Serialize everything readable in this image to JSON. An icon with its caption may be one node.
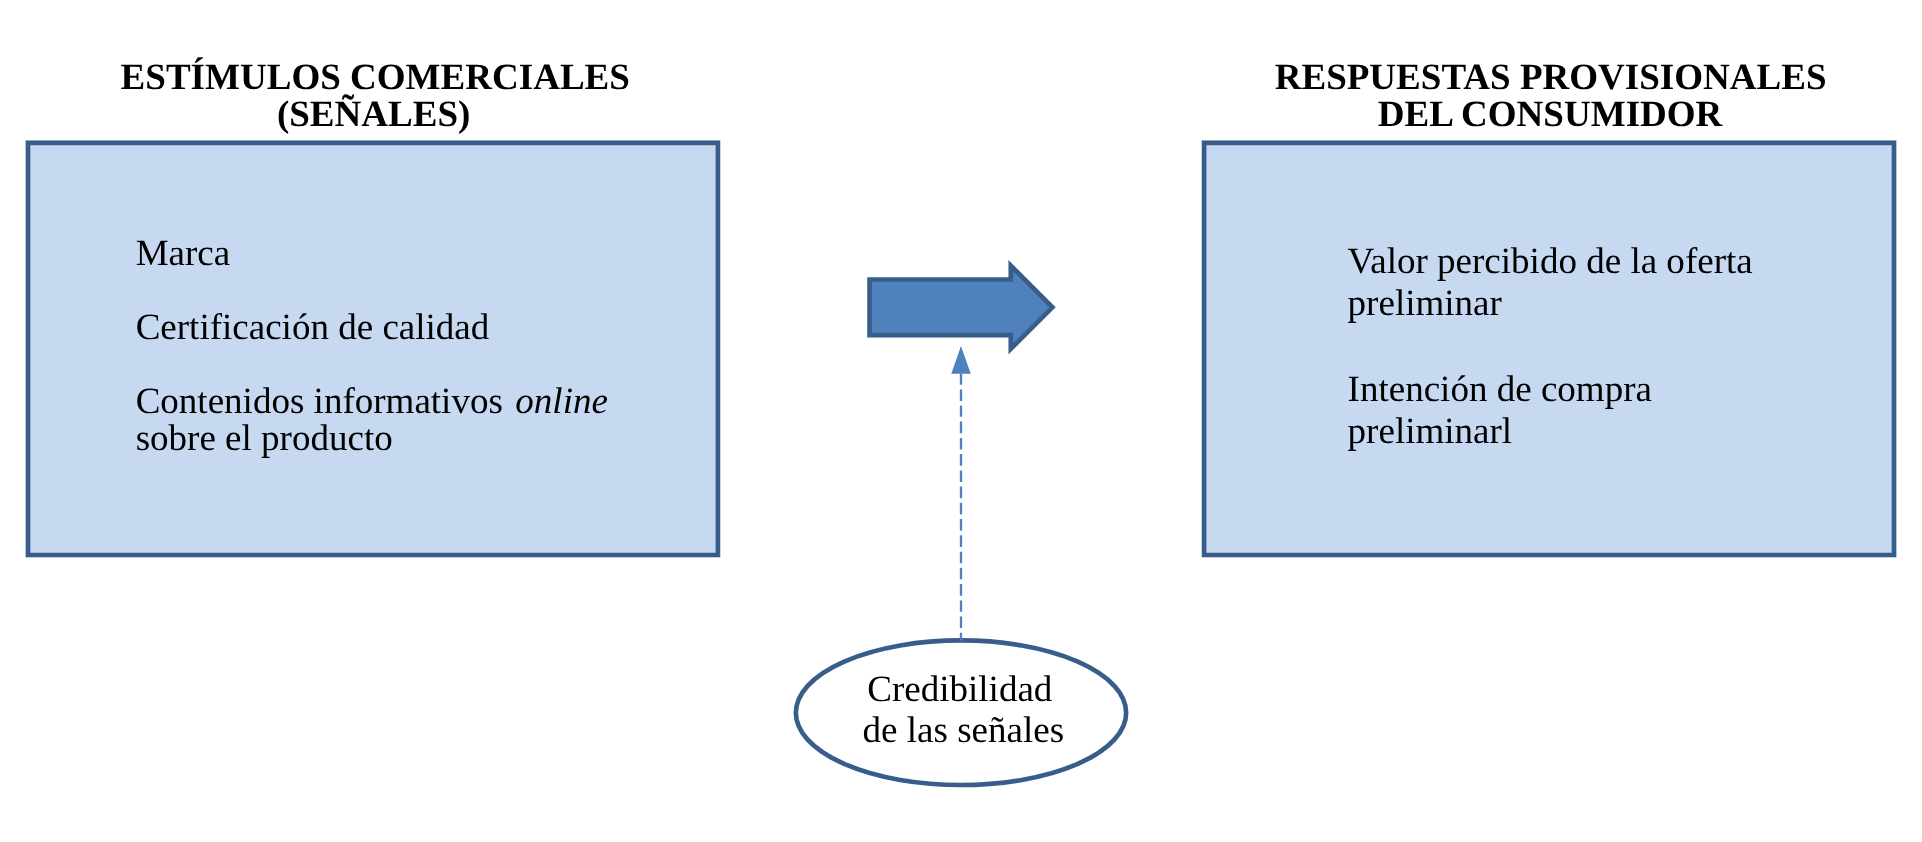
{
  "diagram": {
    "nodes": [
      {
        "text": [
          "ESTÍMULOS COMERCIALES (SEÑALES)",
          "Marca",
          "Certificación de calidad",
          "Contenidos informativos *online* sobre el producto"
        ]
      },
      {
        "text": [
          "RESPUESTAS PROVISIONALES DEL CONSUMIDOR",
          "Valor percibido de la oferta preliminar",
          "Intención de compra preliminarl"
        ]
      },
      {
        "text": [],
        "shape": "arrow"
      },
      {
        "text": [
          "Credibilidad de las señales"
        ]
      }
    ],
    "edges": [
      {
        "from": 3,
        "to": 2,
        "arrow": "to",
        "style": "dashed"
      }
    ]
  }
}
